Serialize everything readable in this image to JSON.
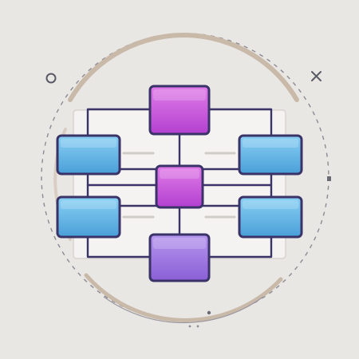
{
  "colors": {
    "background": "#e9e7e4",
    "outline": "#3a3368",
    "connector": "#3a3368",
    "ring_dashed": "#8c8a93",
    "ring_arc": "#c9b9a8",
    "panel": "#f4f3f1",
    "panel_stroke": "#d7d4d0",
    "ghost_line": "#cfcbc6",
    "blue_fill_top": "#8ad0f4",
    "blue_fill_bottom": "#4a9fd8",
    "magenta_fill_top": "#e07de8",
    "magenta_fill_bottom": "#b340d0",
    "violet_fill_top": "#b796ee",
    "violet_fill_bottom": "#8a5fd6",
    "accent_marks": "#5a5a66"
  },
  "diagram": {
    "nodes": [
      {
        "id": "top-node",
        "color_role": "magenta"
      },
      {
        "id": "center-node",
        "color_role": "magenta"
      },
      {
        "id": "bottom-node",
        "color_role": "violet"
      },
      {
        "id": "left-top-node",
        "color_role": "blue"
      },
      {
        "id": "left-bottom-node",
        "color_role": "blue"
      },
      {
        "id": "right-top-node",
        "color_role": "blue"
      },
      {
        "id": "right-bottom-node",
        "color_role": "blue"
      }
    ],
    "decorations": [
      "circle-icon",
      "close-icon"
    ]
  }
}
